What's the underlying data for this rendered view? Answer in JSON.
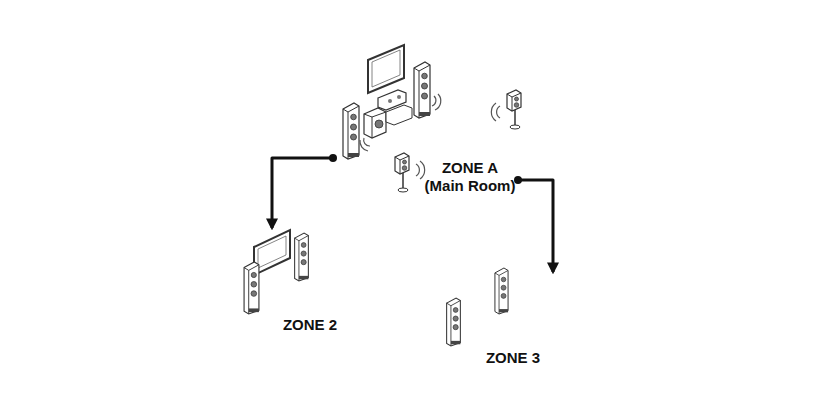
{
  "diagram": {
    "nodes": [
      {
        "text": [
          "ZONE A",
          "(Main Room)"
        ]
      },
      {
        "text": [
          "ZONE 2"
        ]
      },
      {
        "text": [
          "ZONE 3"
        ]
      }
    ],
    "edges": [
      {
        "from": 0,
        "to": 1,
        "arrow": "to"
      },
      {
        "from": 0,
        "to": 2,
        "arrow": "to"
      }
    ]
  }
}
